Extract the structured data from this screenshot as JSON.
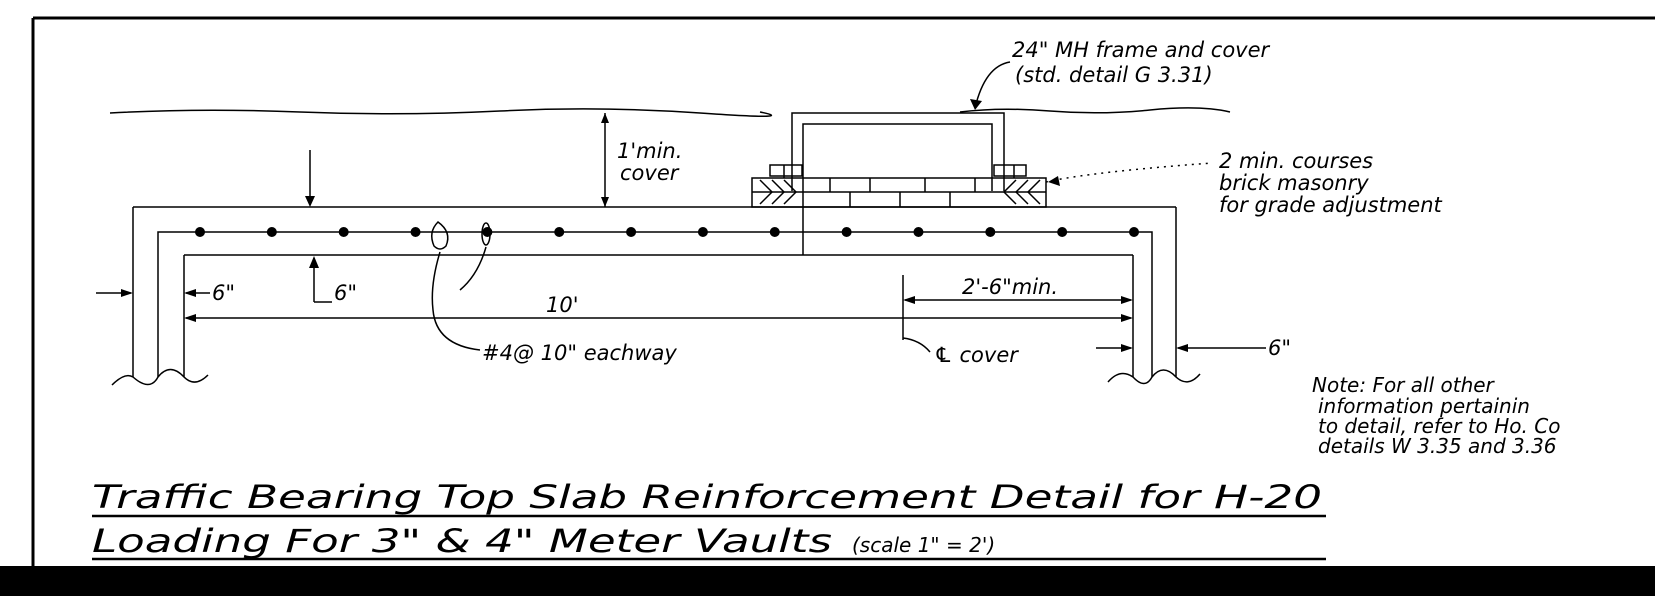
{
  "labels": {
    "mh_frame_line1": "24\" MH frame and cover",
    "mh_frame_line2": "(std. detail G 3.31)",
    "min_cover_1": "1'min.",
    "min_cover_2": "cover",
    "brick_1": "2 min. courses",
    "brick_2": "brick masonry",
    "brick_3": "for grade adjustment",
    "dim_6_left": "6\"",
    "dim_6_slab": "6\"",
    "dim_10": "10'",
    "dim_2_6": "2'-6\"min.",
    "rebar": "#4@ 10\" eachway",
    "cover_center": "℄ cover",
    "dim_6_right": "6\""
  },
  "note": {
    "line1": "Note: For all other",
    "line2": "information pertainin",
    "line3": "to detail, refer to Ho. Co",
    "line4": "details W 3.35 and 3.36"
  },
  "title": {
    "line1": "Traffic Bearing Top Slab Reinforcement Detail for H-20",
    "line2_main": "Loading For 3\" & 4\" Meter Vaults",
    "line2_scale": "(scale 1\" = 2')"
  },
  "rebar_dot_count": 14
}
